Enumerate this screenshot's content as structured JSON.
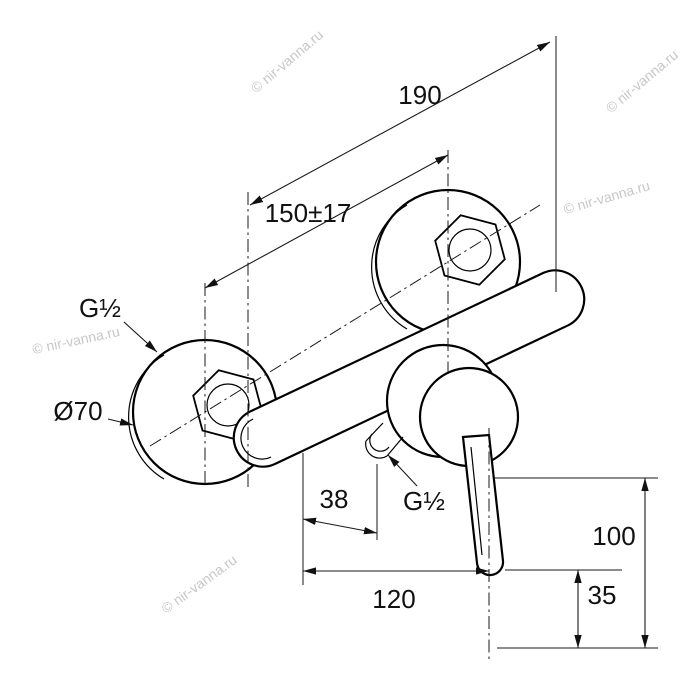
{
  "figure": {
    "labels": {
      "dim_overall": "190",
      "dim_centers": "150±17",
      "thread_wall": "G½",
      "dia_escutcheon": "Ø70",
      "dim_outlet_offset": "38",
      "thread_outlet": "G½",
      "dim_width": "120",
      "dim_height": "100",
      "dim_handle": "35"
    }
  },
  "watermark": {
    "text": "© nir-vanna.ru"
  },
  "colors": {
    "line": "#000000",
    "watermark": "#c7c7c7",
    "background": "#ffffff"
  }
}
